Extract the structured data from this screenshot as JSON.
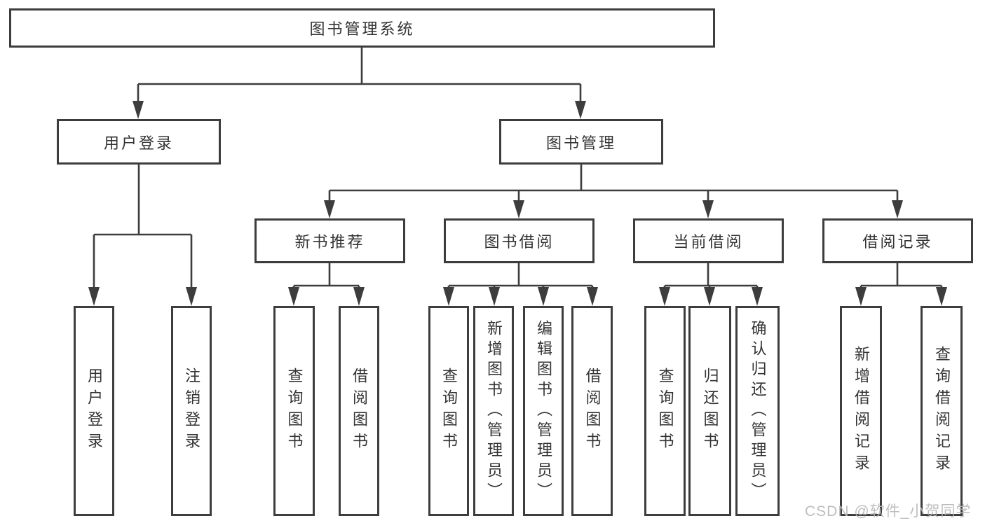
{
  "tree": {
    "label": "图书管理系统",
    "children": [
      {
        "label": "用户登录",
        "children": [
          {
            "label": "用户登录"
          },
          {
            "label": "注销登录"
          }
        ]
      },
      {
        "label": "图书管理",
        "children": [
          {
            "label": "新书推荐",
            "children": [
              {
                "label": "查询图书"
              },
              {
                "label": "借阅图书"
              }
            ]
          },
          {
            "label": "图书借阅",
            "children": [
              {
                "label": "查询图书"
              },
              {
                "label": "新增图书（管理员）"
              },
              {
                "label": "编辑图书（管理员）"
              },
              {
                "label": "借阅图书"
              }
            ]
          },
          {
            "label": "当前借阅",
            "children": [
              {
                "label": "查询图书"
              },
              {
                "label": "归还图书"
              },
              {
                "label": "确认归还（管理员）"
              }
            ]
          },
          {
            "label": "借阅记录",
            "children": [
              {
                "label": "新增借阅记录"
              },
              {
                "label": "查询借阅记录"
              }
            ]
          }
        ]
      }
    ]
  },
  "watermark": {
    "text": "CSDN @软件_小贺同学"
  },
  "colors": {
    "line": "#3d3d3d",
    "text": "#333333",
    "background": "#ffffff",
    "watermark": "#b9b9b9"
  }
}
